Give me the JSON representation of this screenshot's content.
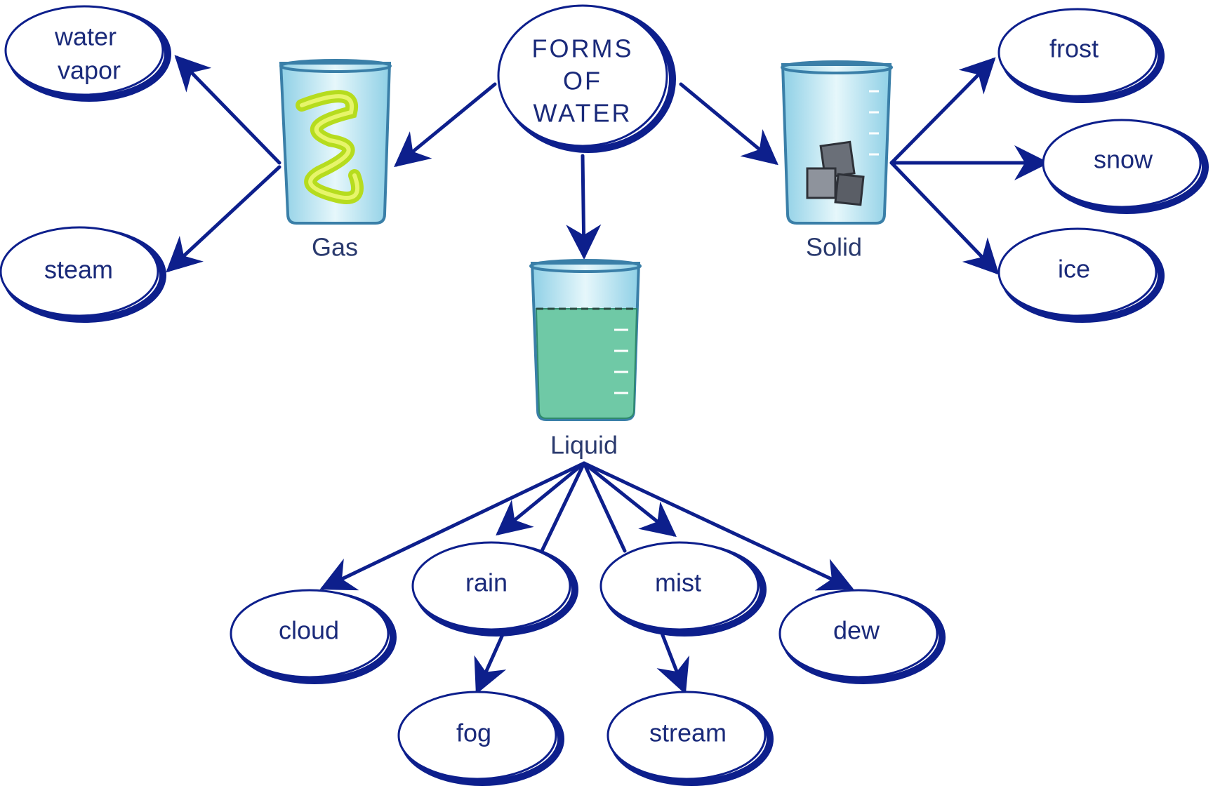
{
  "title": {
    "lines": [
      "FORMS",
      "OF",
      "WATER"
    ]
  },
  "categories": {
    "gas": "Gas",
    "liquid": "Liquid",
    "solid": "Solid"
  },
  "gas_items": [
    "water vapor",
    "steam"
  ],
  "solid_items": [
    "frost",
    "snow",
    "ice"
  ],
  "liquid_items": [
    "cloud",
    "rain",
    "mist",
    "dew"
  ],
  "liquid_sub_items": {
    "rain": "fog",
    "mist": "stream"
  },
  "colors": {
    "line": "#0d1f8c",
    "text": "#1a2a7a",
    "gas_fill": "#c8e830",
    "liquid_fill": "#6fc9a6",
    "beaker_glass": "#bfe6f2"
  }
}
